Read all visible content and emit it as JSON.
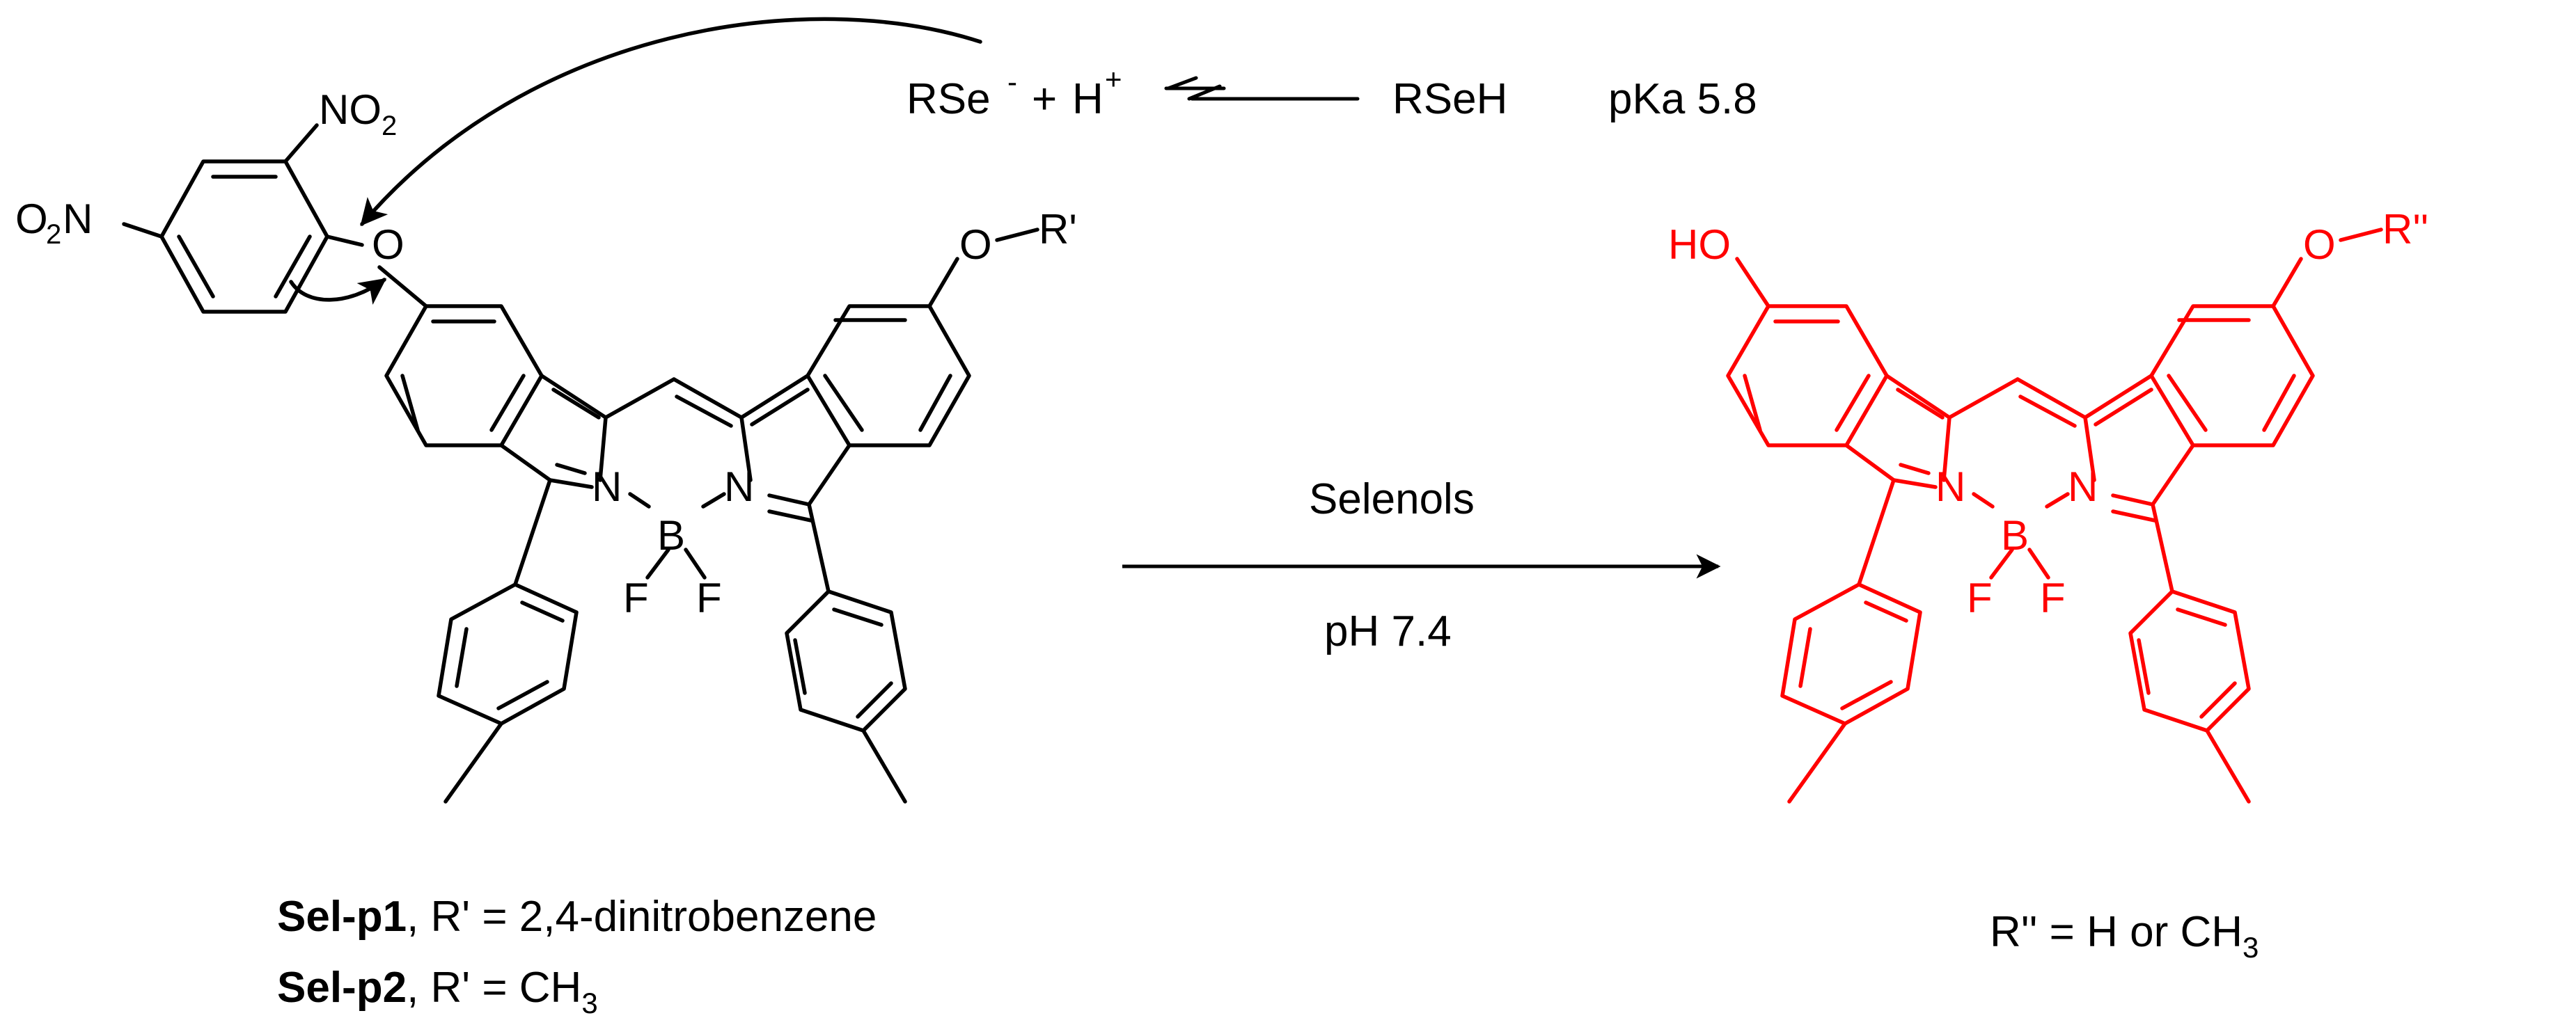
{
  "colors": {
    "reactant": "#000000",
    "product": "#ff0000",
    "background": "#ffffff"
  },
  "equilibrium": {
    "left_anion": "RSe",
    "anion_charge": "-",
    "plus": "+",
    "proton": "H",
    "proton_charge": "+",
    "right": "RSeH",
    "pka": "pKa 5.8"
  },
  "reaction": {
    "above_arrow": "Selenols",
    "below_arrow": "pH 7.4"
  },
  "reactant": {
    "atoms": {
      "no2_top_N": "NO",
      "no2_top_sub": "2",
      "no2_left_O": "O",
      "no2_left_sub": "2",
      "no2_left_N": "N",
      "ether_O": "O",
      "right_O": "O",
      "right_R": "R'",
      "n_left": "N",
      "n_right": "N",
      "boron": "B",
      "f_left": "F",
      "f_right": "F"
    },
    "caption_line1_bold": "Sel-p1",
    "caption_line1_rest": ", R' = 2,4-dinitrobenzene",
    "caption_line2_bold": "Sel-p2",
    "caption_line2_rest": ", R' = CH",
    "caption_line2_sub": "3"
  },
  "product": {
    "atoms": {
      "hydroxyl": "HO",
      "right_O": "O",
      "right_R": "R''",
      "n_left": "N",
      "n_right": "N",
      "boron": "B",
      "f_left": "F",
      "f_right": "F"
    },
    "caption_main": "R'' = H or CH",
    "caption_sub": "3"
  }
}
